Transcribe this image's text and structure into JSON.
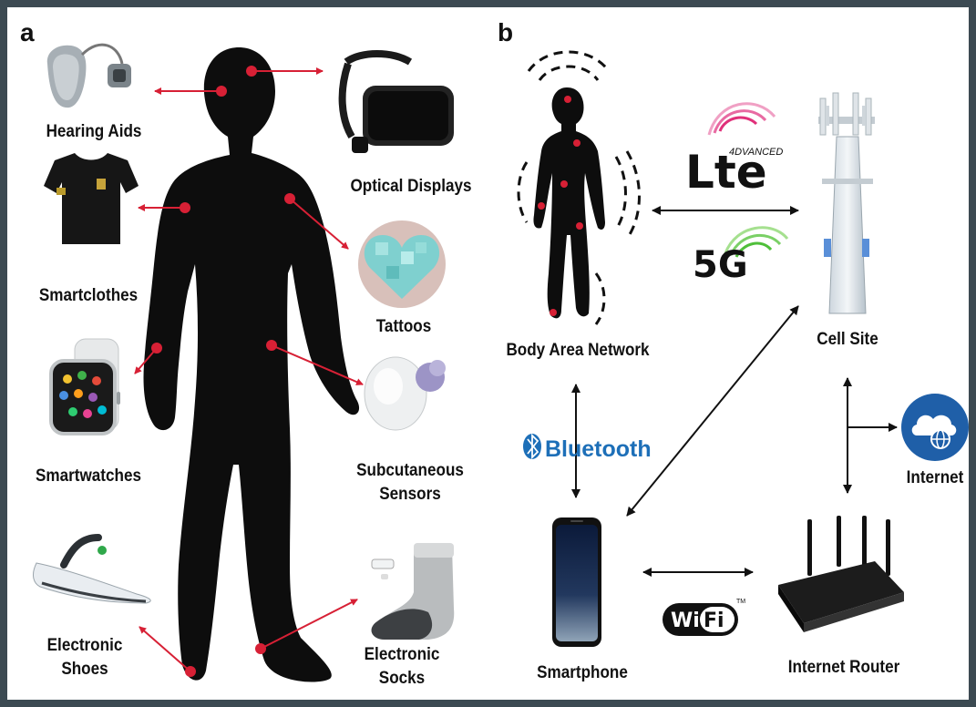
{
  "panel_a": {
    "letter": "a",
    "labels": {
      "hearing_aids": "Hearing Aids",
      "optical_displays": "Optical Displays",
      "smartclothes": "Smartclothes",
      "tattoos": "Tattoos",
      "smartwatches": "Smartwatches",
      "subcutaneous_1": "Subcutaneous",
      "subcutaneous_2": "Sensors",
      "electronic_shoes_1": "Electronic",
      "electronic_shoes_2": "Shoes",
      "electronic_socks_1": "Electronic",
      "electronic_socks_2": "Socks"
    }
  },
  "panel_b": {
    "letter": "b",
    "labels": {
      "body_area_network": "Body Area Network",
      "cell_site": "Cell Site",
      "internet": "Internet",
      "smartphone": "Smartphone",
      "internet_router": "Internet Router"
    },
    "logos": {
      "lte": "Lte",
      "lte_sub": "4DVANCED",
      "five_g": "5G",
      "bluetooth": "Bluetooth",
      "wifi_a": "Wi",
      "wifi_b": "Fi",
      "tm": "TM"
    }
  },
  "colors": {
    "arrow_red": "#d72035",
    "silhouette": "#0d0d0d",
    "frame": "#3c4a52",
    "lte_pink": "#e0307a",
    "fiveg_green": "#4fbf3a",
    "bluetooth_blue": "#1d6fb8",
    "internet_blue": "#1f5fa8"
  }
}
